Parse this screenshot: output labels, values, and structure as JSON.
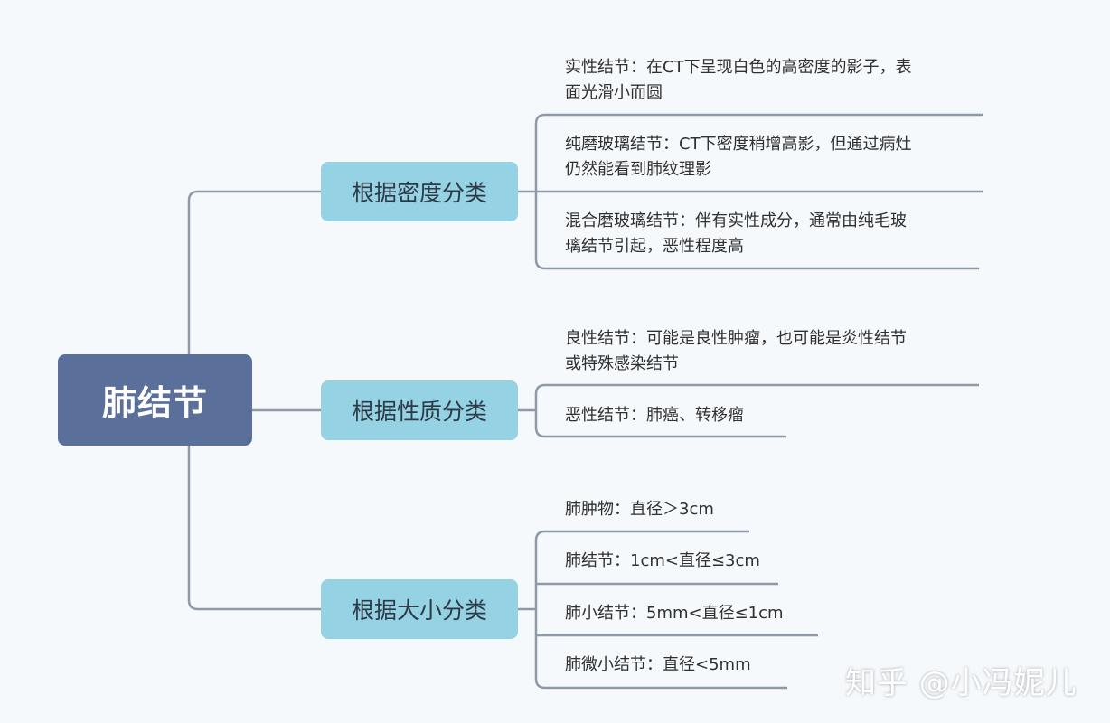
{
  "root": {
    "label": "肺结节"
  },
  "branches": [
    {
      "label": "根据密度分类",
      "leaves": [
        "实性结节：在CT下呈现白色的高密度的影子，表\n面光滑小而圆",
        "纯磨玻璃结节：CT下密度稍增高影，但通过病灶\n仍然能看到肺纹理影",
        "混合磨玻璃结节：伴有实性成分，通常由纯毛玻\n璃结节引起，恶性程度高"
      ]
    },
    {
      "label": "根据性质分类",
      "leaves": [
        "良性结节：可能是良性肿瘤，也可能是炎性结节\n或特殊感染结节",
        "恶性结节：肺癌、转移瘤"
      ]
    },
    {
      "label": "根据大小分类",
      "leaves": [
        "肺肿物：直径＞3cm",
        "肺结节：1cm<直径≤3cm",
        "肺小结节：5mm<直径≤1cm",
        "肺微小结节：直径<5mm"
      ]
    }
  ],
  "watermark": "知乎 @小冯妮儿",
  "colors": {
    "background": "#f5f9fc",
    "root_fill": "#5a6f99",
    "branch_fill": "#94d2e4",
    "line": "#8f99a8"
  }
}
